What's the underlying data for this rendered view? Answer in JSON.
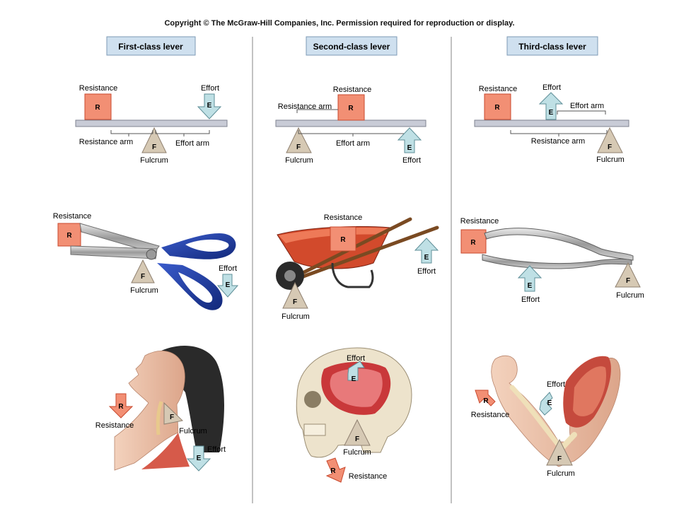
{
  "copyright": "Copyright © The McGraw-Hill Companies, Inc. Permission required for reproduction or display.",
  "titles": [
    "First-class lever",
    "Second-class lever",
    "Third-class lever"
  ],
  "labels": {
    "resistance": "Resistance",
    "effort": "Effort",
    "fulcrum": "Fulcrum",
    "resistance_arm": "Resistance arm",
    "effort_arm": "Effort arm"
  },
  "letters": {
    "r": "R",
    "e": "E",
    "f": "F"
  },
  "colors": {
    "title_box": "#cfe0ef",
    "title_border": "#7d9ab5",
    "resistance_box": "#f28f74",
    "resistance_border": "#c9492e",
    "effort_arrow": "#bfe0e5",
    "effort_border": "#5f8f98",
    "fulcrum": "#d6c9b4",
    "fulcrum_border": "#8f8070",
    "beam": "#c8cbd6",
    "divider": "#9a9a9a"
  }
}
